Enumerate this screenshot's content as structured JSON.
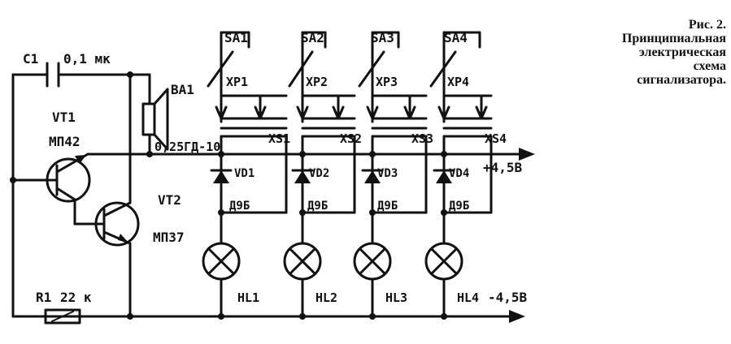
{
  "caption": {
    "figure": "Рис. 2.",
    "line1": "Принципиальная",
    "line2": "электрическая",
    "line3": "схема",
    "line4": "сигнализатора."
  },
  "labels": {
    "c1": "C1",
    "c1_value": "0,1 мк",
    "vt1": "VT1",
    "vt1_type": "МП42",
    "vt2": "VT2",
    "vt2_type": "МП37",
    "ba1": "BA1",
    "ba1_type": "0,25ГД-10",
    "r1": "R1",
    "r1_value": "22 к",
    "plus_supply": "+4,5В",
    "minus_supply": "-4,5В",
    "switches": [
      "SA1",
      "SA2",
      "SA3",
      "SA4"
    ],
    "plugs": [
      "XP1",
      "XP2",
      "XP3",
      "XP4"
    ],
    "sockets": [
      "XS1",
      "XS2",
      "XS3",
      "XS4"
    ],
    "diodes": [
      "VD1",
      "VD2",
      "VD3",
      "VD4"
    ],
    "diode_types": [
      "Д9Б",
      "Д9Б",
      "Д9Б",
      "Д9Б"
    ],
    "lamps": [
      "HL1",
      "HL2",
      "HL3",
      "HL4"
    ]
  }
}
